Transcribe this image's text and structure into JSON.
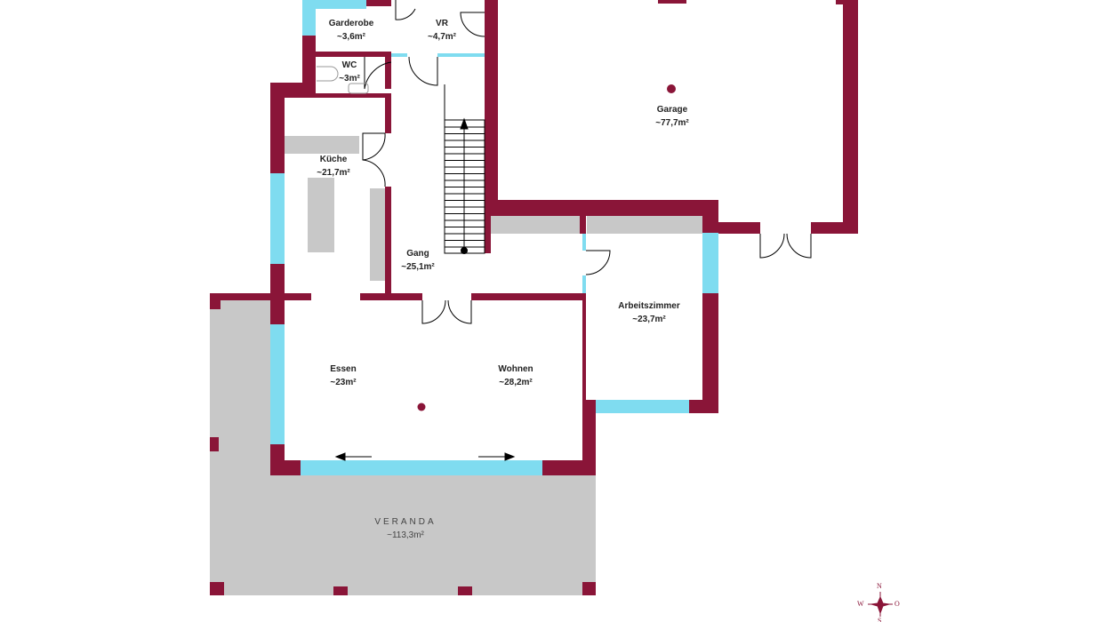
{
  "colors": {
    "wall": "#8a1538",
    "window": "#7fdcf0",
    "fixture": "#c8c8c8"
  },
  "rooms": [
    {
      "name": "Garderobe",
      "area": "~3,6m²"
    },
    {
      "name": "VR",
      "area": "~4,7m²"
    },
    {
      "name": "WC",
      "area": "~3m²"
    },
    {
      "name": "Küche",
      "area": "~21,7m²"
    },
    {
      "name": "Gang",
      "area": "~25,1m²"
    },
    {
      "name": "Garage",
      "area": "~77,7m²"
    },
    {
      "name": "Arbeitszimmer",
      "area": "~23,7m²"
    },
    {
      "name": "Essen",
      "area": "~23m²"
    },
    {
      "name": "Wohnen",
      "area": "~28,2m²"
    },
    {
      "name": "VERANDA",
      "area": "~113,3m²"
    }
  ],
  "compass": {
    "n": "N",
    "w": "W",
    "o": "O",
    "s": "S"
  }
}
